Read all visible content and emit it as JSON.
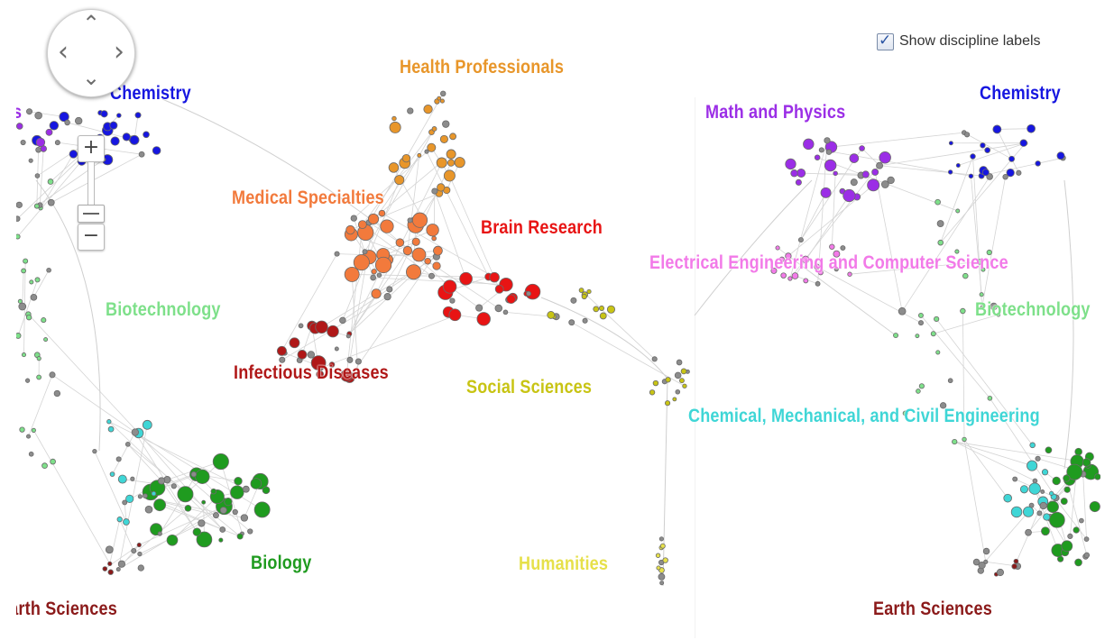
{
  "controls": {
    "show_labels": "Show discipline labels",
    "show_labels_checked": true,
    "zoom_in": "+",
    "zoom_out": "−",
    "pan_up": "⌃",
    "pan_down": "⌄",
    "pan_left": "‹",
    "pan_right": "›"
  },
  "disciplines": [
    {
      "key": "chem_l",
      "name": "Chemistry",
      "color": "#1616e0"
    },
    {
      "key": "health",
      "name": "Health Professionals",
      "color": "#e8962a"
    },
    {
      "key": "math_l",
      "name": "s",
      "color": "#9b2ee6"
    },
    {
      "key": "med",
      "name": "Medical Specialties",
      "color": "#f27a3c"
    },
    {
      "key": "brain",
      "name": "Brain Research",
      "color": "#e81414"
    },
    {
      "key": "biotech_l",
      "name": "Biotechnology",
      "color": "#7ee08a"
    },
    {
      "key": "infect",
      "name": "Infectious Diseases",
      "color": "#b01818"
    },
    {
      "key": "social",
      "name": "Social Sciences",
      "color": "#c8c414"
    },
    {
      "key": "biology",
      "name": "Biology",
      "color": "#1f9b1f"
    },
    {
      "key": "humanities",
      "name": "Humanities",
      "color": "#e6e04a"
    },
    {
      "key": "earth_l",
      "name": "Earth Sciences",
      "color": "#8b1a1a"
    },
    {
      "key": "math_r",
      "name": "Math and Physics",
      "color": "#9b2ee6"
    },
    {
      "key": "chem_r",
      "name": "Chemistry",
      "color": "#1616e0"
    },
    {
      "key": "eecs",
      "name": "Electrical Engineering and Computer Science",
      "color": "#f27ae8"
    },
    {
      "key": "biotech_r",
      "name": "Biotechnology",
      "color": "#7ee08a"
    },
    {
      "key": "chemeng",
      "name": "Chemical, Mechanical, and Civil Engineering",
      "color": "#3fd6d6"
    },
    {
      "key": "earth_r",
      "name": "Earth Sciences",
      "color": "#8b1a1a"
    }
  ]
}
